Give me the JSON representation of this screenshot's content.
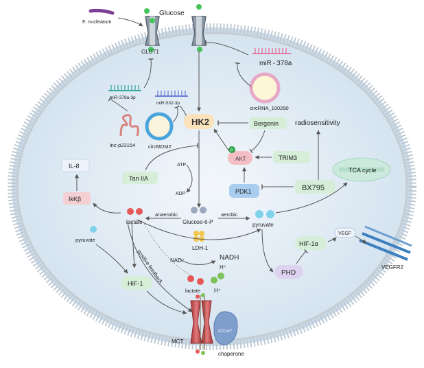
{
  "labels": {
    "glucose": "Glucose",
    "glut1": "GLUT1",
    "f_nucleatum": "F. nucleatum",
    "mir378a": "miR - 378a",
    "circrna100290": "circRNA_100290",
    "mir378a3p": "miR-378a-3p",
    "mir5323p": "miR-532-3p",
    "lnc": "lnc-p23154",
    "circmdm2": "circMDM2",
    "hk2": "HK2",
    "bergenin": "Bergenin",
    "radiosensitivity": "radiosensitivity",
    "akt": "AKT",
    "p": "P",
    "trim3": "TRIM3",
    "il8": "IL-8",
    "tan": "Tan IIA",
    "atp": "ATP",
    "adp": "ADP",
    "pdk1": "PDK1",
    "bx795": "BX795",
    "tca": "TCA cycle",
    "ikkb": "IkKβ",
    "anaerobic": "anaerobic",
    "aerobic": "aerobic",
    "lactate": "lactate",
    "g6p": "Glucose-6-P",
    "pyruvate": "pyruvate",
    "ldh": "LDH-1",
    "nad": "NAD⁺",
    "nadh": "NADH",
    "hplus": "H⁺",
    "vegf": "VEGF",
    "hif1a": "HIF-1α",
    "vegfr2": "VEGFR2",
    "phd": "PHD",
    "pyruvate2": "pyruvate",
    "positive": "positive feedback",
    "hif1": "HIF-1",
    "lactate2": "lactate",
    "hplus2": "H⁺",
    "mct": "MCT",
    "cd147": "CD147",
    "chaperone": "chaperone"
  },
  "colors": {
    "cell_fill": "#dbe8f3",
    "membrane": "#c2ccd6",
    "hk2_fill": "#fbe6c4",
    "akt_fill": "#f6c3c6",
    "green_box": "#d9efd9",
    "pdk1_fill": "#a9cfee",
    "phd_fill": "#ddd3ef",
    "mct_fill": "#c9474b",
    "cd147_fill": "#7f9fcd",
    "arrow": "#555555"
  },
  "icons": [
    "rna-hairpin-icon",
    "rna-strand-icon",
    "circular-rna-icon",
    "transporter-icon",
    "receptor-icon"
  ]
}
